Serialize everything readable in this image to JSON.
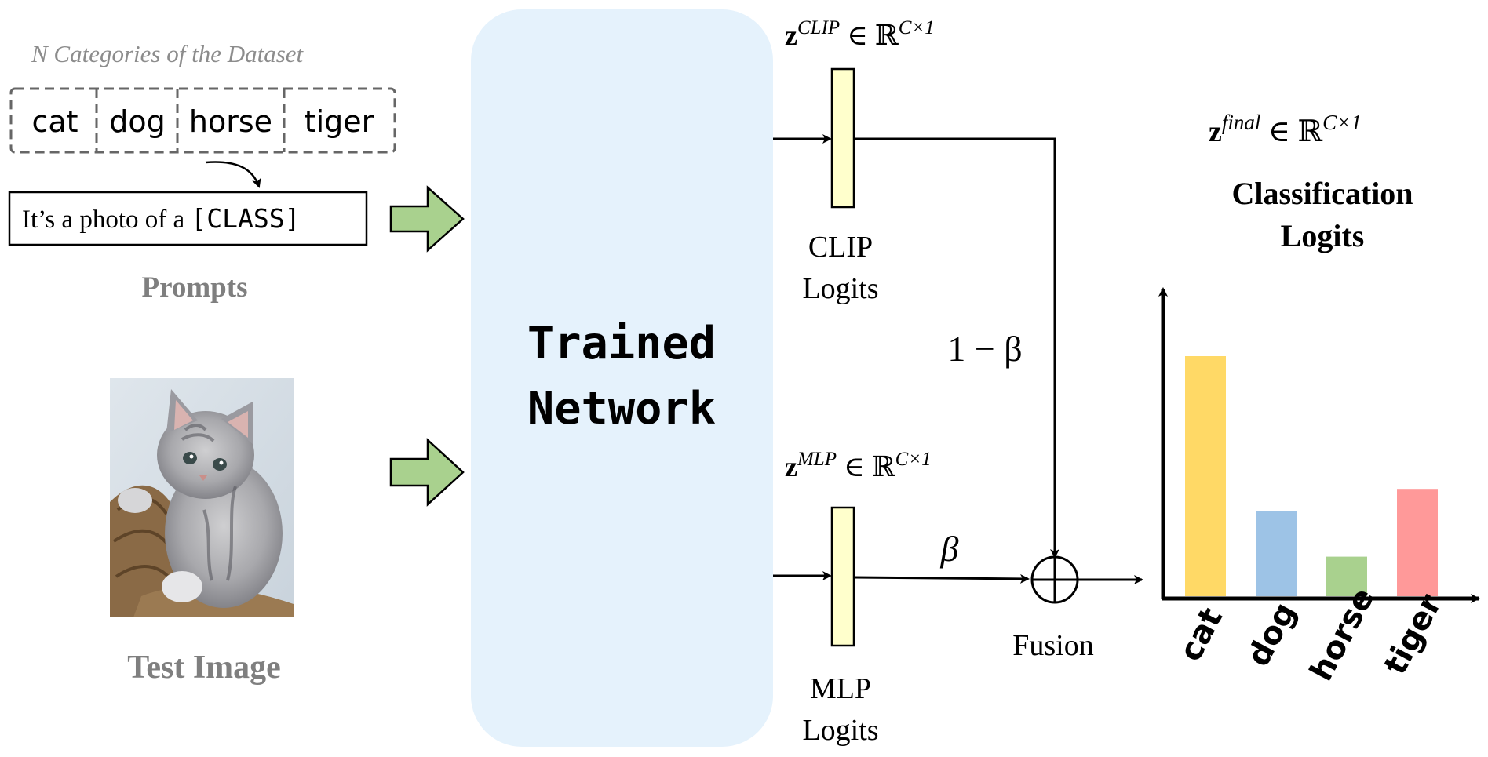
{
  "categories_caption": "N Categories of the Dataset",
  "categories": [
    "cat",
    "dog",
    "horse",
    "tiger"
  ],
  "prompt": {
    "text": "It’s a photo of  a ",
    "class_token": "[CLASS]",
    "caption": "Prompts"
  },
  "test_image_caption": "Test Image",
  "network": {
    "line1": "Trained",
    "line2": "Network"
  },
  "clip": {
    "sym_base": "z",
    "sym_sup": "CLIP",
    "sym_rest": " ∈ ℝ",
    "sym_dim": "C×1",
    "label_line1": "CLIP",
    "label_line2": "Logits"
  },
  "mlp": {
    "sym_base": "z",
    "sym_sup": "MLP",
    "sym_rest": " ∈ ℝ",
    "sym_dim": "C×1",
    "label_line1": "MLP",
    "label_line2": "Logits"
  },
  "weights": {
    "clip_weight": "1 − β",
    "mlp_weight": "β"
  },
  "fusion_label": "Fusion",
  "final": {
    "sym_base": "z",
    "sym_sup": "final",
    "sym_rest": " ∈ ℝ",
    "sym_dim": "C×1",
    "title_line1": "Classification",
    "title_line2": "Logits"
  },
  "colors": {
    "green_arrow": "#a9d18e",
    "network_bg": "#e5f2fc",
    "logit_bar": "#ffffcc",
    "grey_text": "#7f7f7f"
  },
  "chart_data": {
    "type": "bar",
    "categories": [
      "cat",
      "dog",
      "horse",
      "tiger"
    ],
    "values": [
      0.85,
      0.3,
      0.14,
      0.38
    ],
    "colors": [
      "#ffd966",
      "#9dc3e6",
      "#a9d18e",
      "#ff9999"
    ],
    "title": "Classification Logits",
    "ylim": [
      0,
      1
    ]
  }
}
